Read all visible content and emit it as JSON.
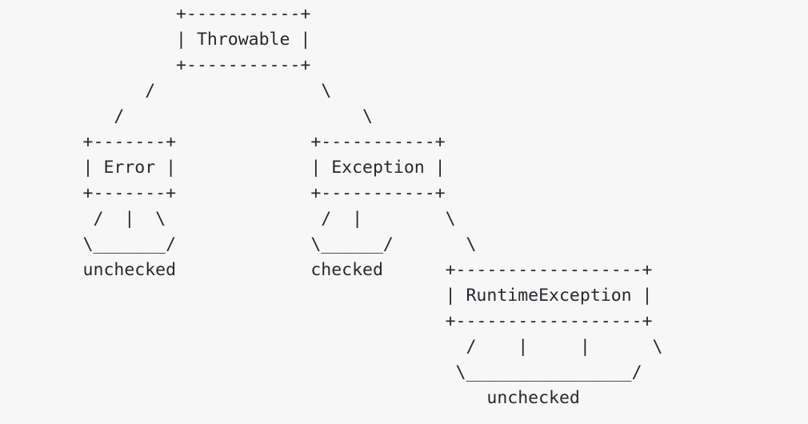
{
  "diagram": {
    "kind": "ascii-art-class-hierarchy",
    "title": "Java Throwable hierarchy",
    "background_color": "#f7f7f7",
    "text_color": "#24292e",
    "boxes": [
      {
        "name": "throwable-box",
        "label": "Throwable",
        "inner_width": 11,
        "col": 17,
        "row": 0
      },
      {
        "name": "error-box",
        "label": "Error",
        "inner_width": 7,
        "col": 8,
        "row": 5
      },
      {
        "name": "exception-box",
        "label": "Exception",
        "inner_width": 11,
        "col": 27,
        "row": 5
      },
      {
        "name": "runtimeexception-box",
        "label": "RuntimeException",
        "inner_width": 18,
        "col": 38,
        "row": 10
      }
    ],
    "annotations": [
      {
        "name": "error-unchecked-label",
        "label": "unchecked",
        "col": 7,
        "row": 9
      },
      {
        "name": "exception-checked-label",
        "label": "checked",
        "col": 25,
        "row": 9
      },
      {
        "name": "runtimeexception-unchecked-label",
        "label": "unchecked",
        "col": 44,
        "row": 15
      }
    ],
    "art_lines": [
      "                 +-----------+",
      "                 | Throwable |",
      "                 +-----------+",
      "              /               \\",
      "           /                      \\",
      "        +-------+            +-----------+",
      "        | Error |            | Exception |",
      "        +-------+            +-----------+",
      "         /  |  \\              /  |       \\",
      "        \\_______/            \\______/      \\",
      "        unchecked            checked    +------------------+",
      "                                        | RuntimeException |",
      "                                        +------------------+",
      "                                          /    |     |      \\",
      "                                         \\_________________/",
      "                                            unchecked"
    ],
    "art": "                 +-----------+\n                 | Throwable |\n                 +-----------+\n              /                \\\n           /                       \\\n        +-------+             +-----------+\n        | Error |             | Exception |\n        +-------+             +-----------+\n         /  |  \\               /  |        \\\n        \\_______/             \\______/       \\\n        unchecked             checked      +------------------+\n                                           | RuntimeException |\n                                           +------------------+\n                                             /    |     |      \\\n                                            \\________________/\n                                               unchecked"
  }
}
